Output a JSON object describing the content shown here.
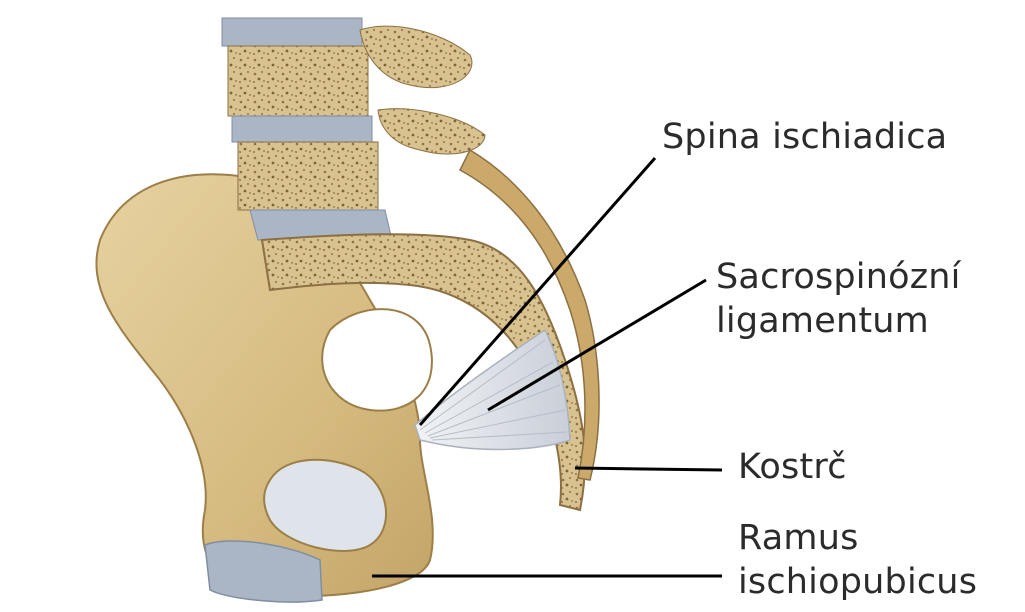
{
  "labels": {
    "spina": "Spina ischiadica",
    "sacro": "Sacrospinózní\nligamentum",
    "kostrc": "Kostrč",
    "ramus": "Ramus\nischiopubicus"
  },
  "colors": {
    "bone": "#d9c18a",
    "bone_dark": "#b89a5c",
    "bone_light": "#ecdcb1",
    "cartilage": "#a9b6c8",
    "ligament": "#dfe3e8",
    "leader": "#000000",
    "text": "#2b2b2b"
  }
}
